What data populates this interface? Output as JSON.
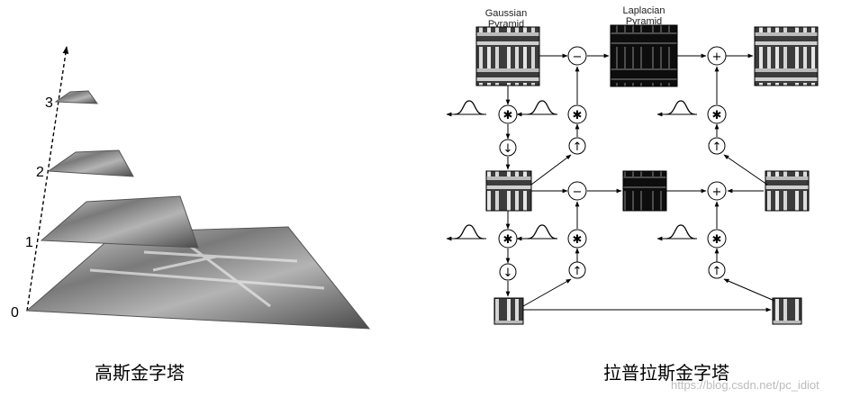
{
  "left_diagram": {
    "caption": "高斯金字塔",
    "levels": [
      "0",
      "1",
      "2",
      "3"
    ]
  },
  "right_diagram": {
    "caption": "拉普拉斯金字塔",
    "gaussian_label": [
      "Gaussian",
      "Pyramid"
    ],
    "laplacian_label": [
      "Laplacian",
      "Pyramid"
    ],
    "ops": {
      "subtract": "−",
      "add": "+",
      "convolve": "✱",
      "downsample": "↓",
      "upsample": "↑"
    }
  },
  "watermark": "https://blog.csdn.net/pc_idiot"
}
